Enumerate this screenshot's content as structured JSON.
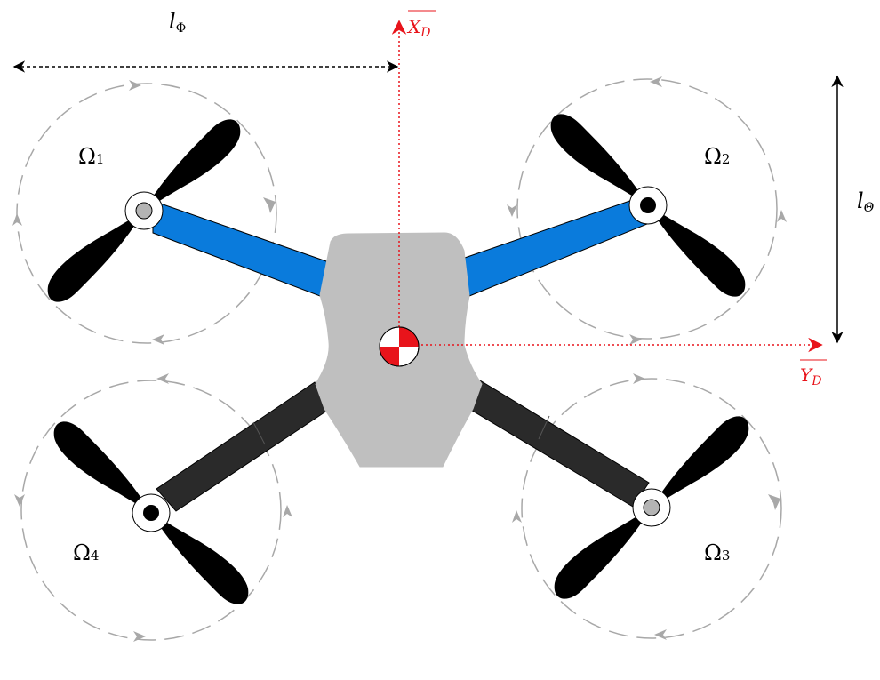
{
  "labels": {
    "l_phi": {
      "base": "l",
      "sub": "Φ"
    },
    "l_theta": {
      "base": "l",
      "sub": "Θ"
    },
    "x_axis": {
      "base": "X",
      "sub": "D"
    },
    "y_axis": {
      "base": "Y",
      "sub": "D"
    },
    "omega_1": {
      "base": "Ω",
      "sub": "1"
    },
    "omega_2": {
      "base": "Ω",
      "sub": "2"
    },
    "omega_3": {
      "base": "Ω",
      "sub": "3"
    },
    "omega_4": {
      "base": "Ω",
      "sub": "4"
    }
  },
  "colors": {
    "axis": "#e8141b",
    "front_arm": "#0a7bdc",
    "rear_arm": "#2a2a2a",
    "body": "#bfbfbf",
    "propeller": "#000000",
    "rotation_path": "#a8a8a8",
    "dimension": "#000000"
  },
  "icons": [
    "center-of-gravity-icon",
    "propeller-icon",
    "rotation-arrow-icon"
  ]
}
